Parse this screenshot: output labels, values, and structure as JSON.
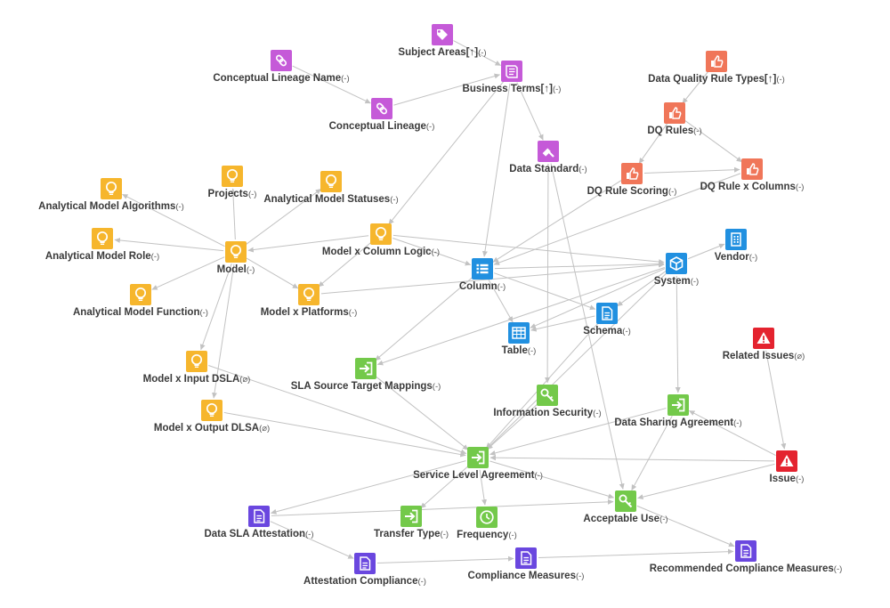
{
  "colors": {
    "purple": "#c55ad8",
    "salmon": "#f07659",
    "yellow": "#f6b62d",
    "blue": "#2190e0",
    "green": "#73c94a",
    "red": "#e4232f",
    "indigo": "#6a47df",
    "edge": "#c2c2c2"
  },
  "nodes": [
    {
      "id": "subject_areas",
      "label": "Subject Areas[↑]",
      "suffix": "(-)",
      "color": "purple",
      "icon": "tag-icon"
    },
    {
      "id": "cl_name",
      "label": "Conceptual Lineage Name",
      "suffix": "(-)",
      "color": "purple",
      "icon": "link-icon"
    },
    {
      "id": "business_terms",
      "label": "Business Terms[↑]",
      "suffix": "(-)",
      "color": "purple",
      "icon": "book-icon"
    },
    {
      "id": "cl",
      "label": "Conceptual Lineage",
      "suffix": "(-)",
      "color": "purple",
      "icon": "link-icon"
    },
    {
      "id": "data_standard",
      "label": "Data Standard",
      "suffix": "(-)",
      "color": "purple",
      "icon": "gavel-icon"
    },
    {
      "id": "dq_rule_types",
      "label": "Data Quality Rule Types[↑]",
      "suffix": "(-)",
      "color": "salmon",
      "icon": "thumbs-up-icon"
    },
    {
      "id": "dq_rules",
      "label": "DQ Rules",
      "suffix": "(-)",
      "color": "salmon",
      "icon": "thumbs-up-icon"
    },
    {
      "id": "dq_rule_scoring",
      "label": "DQ Rule Scoring",
      "suffix": "(-)",
      "color": "salmon",
      "icon": "thumbs-up-icon"
    },
    {
      "id": "dq_rule_columns",
      "label": "DQ Rule x Columns",
      "suffix": "(-)",
      "color": "salmon",
      "icon": "thumbs-up-icon"
    },
    {
      "id": "am_algorithms",
      "label": "Analytical Model Algorithms",
      "suffix": "(-)",
      "color": "yellow",
      "icon": "lightbulb-icon"
    },
    {
      "id": "projects",
      "label": "Projects",
      "suffix": "(-)",
      "color": "yellow",
      "icon": "lightbulb-icon"
    },
    {
      "id": "am_statuses",
      "label": "Analytical Model Statuses",
      "suffix": "(-)",
      "color": "yellow",
      "icon": "lightbulb-icon"
    },
    {
      "id": "am_role",
      "label": "Analytical Model Role",
      "suffix": "(-)",
      "color": "yellow",
      "icon": "lightbulb-icon"
    },
    {
      "id": "model",
      "label": "Model",
      "suffix": "(-)",
      "color": "yellow",
      "icon": "lightbulb-icon"
    },
    {
      "id": "model_col_logic",
      "label": "Model x Column Logic",
      "suffix": "(-)",
      "color": "yellow",
      "icon": "lightbulb-icon"
    },
    {
      "id": "am_function",
      "label": "Analytical Model Function",
      "suffix": "(-)",
      "color": "yellow",
      "icon": "lightbulb-icon"
    },
    {
      "id": "model_platforms",
      "label": "Model x Platforms",
      "suffix": "(-)",
      "color": "yellow",
      "icon": "lightbulb-icon"
    },
    {
      "id": "model_input_dsla",
      "label": "Model x Input DSLA",
      "suffix": "(⌀)",
      "color": "yellow",
      "icon": "lightbulb-icon"
    },
    {
      "id": "model_output_dlsa",
      "label": "Model x Output DLSA",
      "suffix": "(⌀)",
      "color": "yellow",
      "icon": "lightbulb-icon"
    },
    {
      "id": "column",
      "label": "Column",
      "suffix": "(-)",
      "color": "blue",
      "icon": "list-icon"
    },
    {
      "id": "system",
      "label": "System",
      "suffix": "(-)",
      "color": "blue",
      "icon": "cube-icon"
    },
    {
      "id": "vendor",
      "label": "Vendor",
      "suffix": "(-)",
      "color": "blue",
      "icon": "building-icon"
    },
    {
      "id": "schema",
      "label": "Schema",
      "suffix": "(-)",
      "color": "blue",
      "icon": "document-icon"
    },
    {
      "id": "table",
      "label": "Table",
      "suffix": "(-)",
      "color": "blue",
      "icon": "table-icon"
    },
    {
      "id": "related_issues",
      "label": "Related Issues",
      "suffix": "(⌀)",
      "color": "red",
      "icon": "warning-icon"
    },
    {
      "id": "issue",
      "label": "Issue",
      "suffix": "(-)",
      "color": "red",
      "icon": "warning-icon"
    },
    {
      "id": "sla_stm",
      "label": "SLA Source Target Mappings",
      "suffix": "(-)",
      "color": "green",
      "icon": "sign-in-icon"
    },
    {
      "id": "info_security",
      "label": "Information Security",
      "suffix": "(-)",
      "color": "green",
      "icon": "key-icon"
    },
    {
      "id": "dsa",
      "label": "Data Sharing Agreement",
      "suffix": "(-)",
      "color": "green",
      "icon": "sign-in-icon"
    },
    {
      "id": "sla",
      "label": "Service Level Agreement",
      "suffix": "(-)",
      "color": "green",
      "icon": "sign-in-icon"
    },
    {
      "id": "transfer_type",
      "label": "Transfer Type",
      "suffix": "(-)",
      "color": "green",
      "icon": "sign-in-icon"
    },
    {
      "id": "frequency",
      "label": "Frequency",
      "suffix": "(-)",
      "color": "green",
      "icon": "clock-icon"
    },
    {
      "id": "acceptable_use",
      "label": "Acceptable Use",
      "suffix": "(-)",
      "color": "green",
      "icon": "key-icon"
    },
    {
      "id": "data_sla_attestation",
      "label": "Data SLA Attestation",
      "suffix": "(-)",
      "color": "indigo",
      "icon": "document-icon"
    },
    {
      "id": "attestation_compliance",
      "label": "Attestation Compliance",
      "suffix": "(-)",
      "color": "indigo",
      "icon": "document-icon"
    },
    {
      "id": "compliance_measures",
      "label": "Compliance Measures",
      "suffix": "(-)",
      "color": "indigo",
      "icon": "document-icon"
    },
    {
      "id": "rec_compliance_measures",
      "label": "Recommended Compliance Measures",
      "suffix": "(-)",
      "color": "indigo",
      "icon": "document-icon"
    }
  ],
  "edges": [
    [
      "subject_areas",
      "business_terms"
    ],
    [
      "cl_name",
      "cl"
    ],
    [
      "cl",
      "business_terms"
    ],
    [
      "business_terms",
      "data_standard"
    ],
    [
      "business_terms",
      "column"
    ],
    [
      "business_terms",
      "model_col_logic"
    ],
    [
      "data_standard",
      "info_security"
    ],
    [
      "data_standard",
      "acceptable_use"
    ],
    [
      "dq_rule_types",
      "dq_rules"
    ],
    [
      "dq_rules",
      "dq_rule_scoring"
    ],
    [
      "dq_rules",
      "dq_rule_columns"
    ],
    [
      "dq_rule_scoring",
      "dq_rule_columns"
    ],
    [
      "dq_rule_scoring",
      "column"
    ],
    [
      "dq_rule_columns",
      "column"
    ],
    [
      "model",
      "am_algorithms"
    ],
    [
      "model",
      "projects"
    ],
    [
      "model",
      "am_statuses"
    ],
    [
      "model",
      "am_role"
    ],
    [
      "model",
      "am_function"
    ],
    [
      "model",
      "model_platforms"
    ],
    [
      "model",
      "model_input_dsla"
    ],
    [
      "model",
      "model_output_dlsa"
    ],
    [
      "model_col_logic",
      "model"
    ],
    [
      "model_col_logic",
      "model_platforms"
    ],
    [
      "model_col_logic",
      "column"
    ],
    [
      "model_col_logic",
      "system"
    ],
    [
      "model_platforms",
      "system"
    ],
    [
      "column",
      "system"
    ],
    [
      "column",
      "table"
    ],
    [
      "column",
      "schema"
    ],
    [
      "column",
      "sla_stm"
    ],
    [
      "system",
      "vendor"
    ],
    [
      "system",
      "schema"
    ],
    [
      "system",
      "table"
    ],
    [
      "system",
      "dsa"
    ],
    [
      "system",
      "sla_stm"
    ],
    [
      "system",
      "sla"
    ],
    [
      "schema",
      "table"
    ],
    [
      "schema",
      "sla"
    ],
    [
      "sla_stm",
      "sla"
    ],
    [
      "model_input_dsla",
      "sla"
    ],
    [
      "model_output_dlsa",
      "sla"
    ],
    [
      "related_issues",
      "issue"
    ],
    [
      "issue",
      "dsa"
    ],
    [
      "issue",
      "sla"
    ],
    [
      "issue",
      "acceptable_use"
    ],
    [
      "info_security",
      "sla"
    ],
    [
      "dsa",
      "sla"
    ],
    [
      "dsa",
      "acceptable_use"
    ],
    [
      "sla",
      "transfer_type"
    ],
    [
      "sla",
      "frequency"
    ],
    [
      "sla",
      "acceptable_use"
    ],
    [
      "sla",
      "data_sla_attestation"
    ],
    [
      "data_sla_attestation",
      "acceptable_use"
    ],
    [
      "data_sla_attestation",
      "attestation_compliance"
    ],
    [
      "attestation_compliance",
      "compliance_measures"
    ],
    [
      "compliance_measures",
      "rec_compliance_measures"
    ],
    [
      "acceptable_use",
      "rec_compliance_measures"
    ]
  ]
}
